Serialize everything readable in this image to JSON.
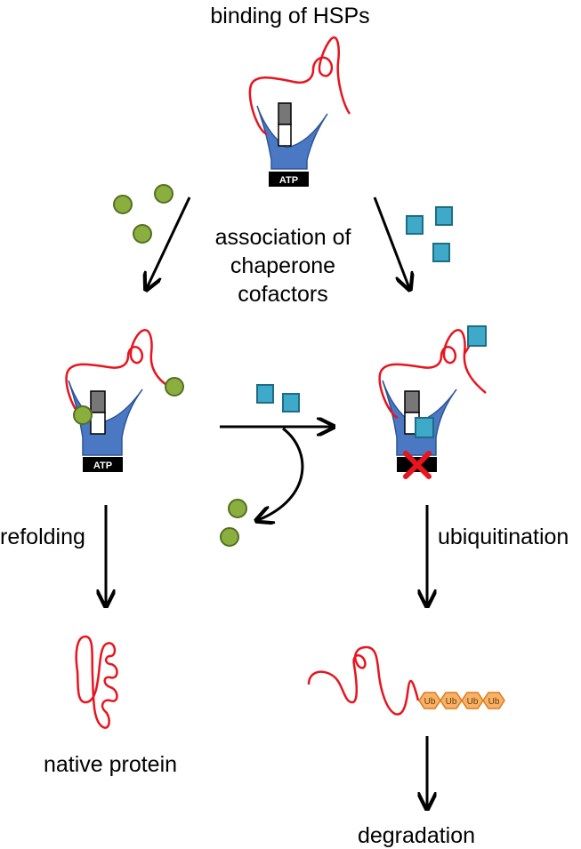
{
  "labels": {
    "top": "binding of HSPs",
    "middle": [
      "association of",
      "chaperone",
      "cofactors"
    ],
    "refolding": "refolding",
    "ubiquitination": "ubiquitination",
    "native": "native protein",
    "degradation": "degradation"
  },
  "atp": "ATP",
  "ub": [
    "Ub",
    "Ub",
    "Ub",
    "Ub"
  ],
  "colors": {
    "protein": "#e8141e",
    "chaperone": "#4a78c3",
    "green_cofactor": "#8aaf3f",
    "blue_cofactor": "#3fa9c9",
    "ubiquitin": "#f7b26a",
    "inhibit": "#e8141e"
  }
}
